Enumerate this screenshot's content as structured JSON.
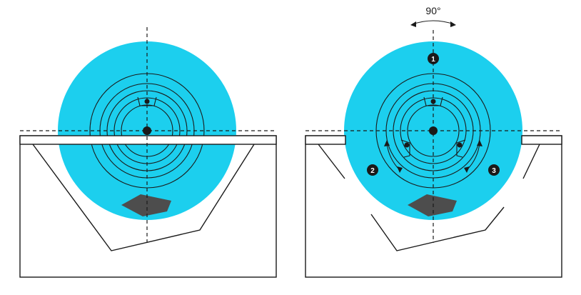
{
  "colors": {
    "cyan": "#1ccfee",
    "ring_light": "#c8c8c8",
    "ring_mid": "#b4b4b4",
    "hub": "#8a8a8a",
    "shard": "#4d4d4d",
    "line": "#1a1a1a"
  },
  "rotation_label": "90°",
  "markers": [
    "1",
    "2",
    "3"
  ]
}
